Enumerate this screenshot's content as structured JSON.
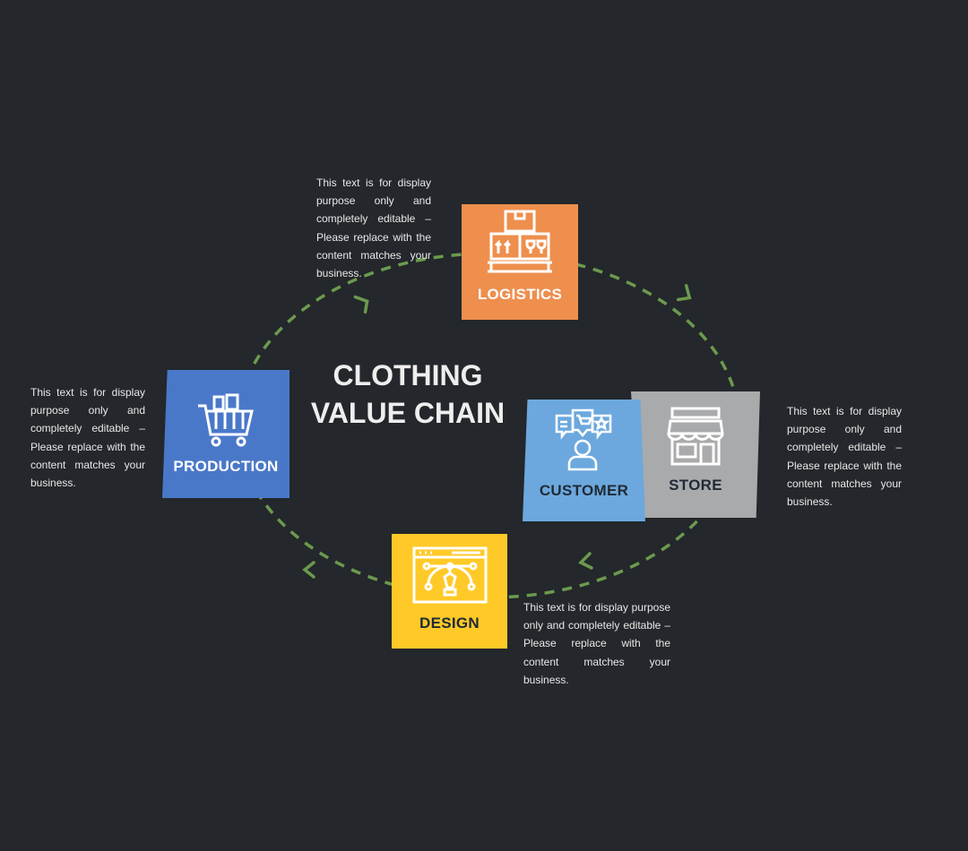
{
  "title": {
    "line1": "CLOTHING",
    "line2": "VALUE CHAIN"
  },
  "colors": {
    "background": "#24272b",
    "ring": "#6b9a4e",
    "logistics": "#ee8f4e",
    "production": "#4a78c9",
    "customer": "#6ca8dd",
    "store": "#a9aaac",
    "design": "#ffc928"
  },
  "nodes": {
    "logistics": {
      "label": "LOGISTICS",
      "icon": "boxes-pallet-icon"
    },
    "production": {
      "label": "PRODUCTION",
      "icon": "shopping-cart-icon"
    },
    "customer": {
      "label": "CUSTOMER",
      "icon": "customer-feedback-icon"
    },
    "store": {
      "label": "STORE",
      "icon": "storefront-icon"
    },
    "design": {
      "label": "DESIGN",
      "icon": "pen-tool-icon"
    }
  },
  "descriptions": {
    "logistics": "This text is for display purpose only and completely editable – Please replace with the content matches your business.",
    "production": "This text is for display purpose only and completely editable – Please replace with the content matches your business.",
    "store": "This text is for display purpose only and completely editable – Please replace with the content matches your business.",
    "design": "This text is for display purpose only and completely editable – Please replace with the content matches your business."
  }
}
